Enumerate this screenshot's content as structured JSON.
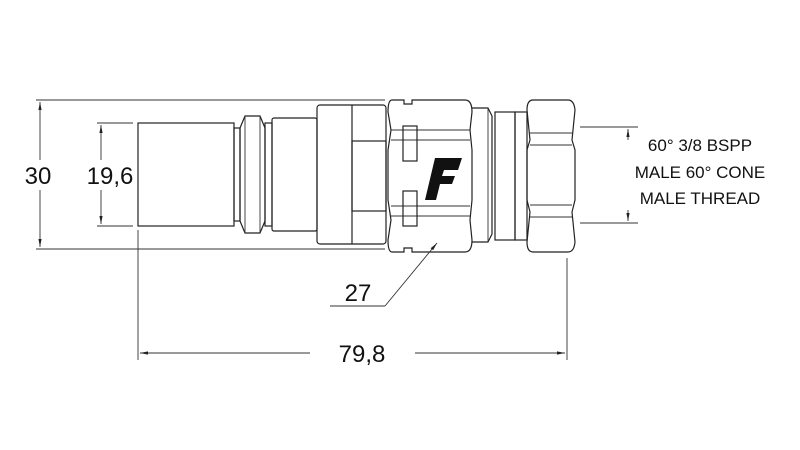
{
  "dimensions": {
    "overall_height": "30",
    "tail_diameter": "19,6",
    "hex_size": "27",
    "overall_length": "79,8"
  },
  "thread_note": {
    "line1": "60° 3/8 BSPP",
    "line2": "MALE 60° CONE",
    "line3": "MALE THREAD"
  },
  "logo": {
    "letter": "F",
    "color": "#111111"
  },
  "colors": {
    "line": "#222222",
    "background": "#ffffff"
  }
}
